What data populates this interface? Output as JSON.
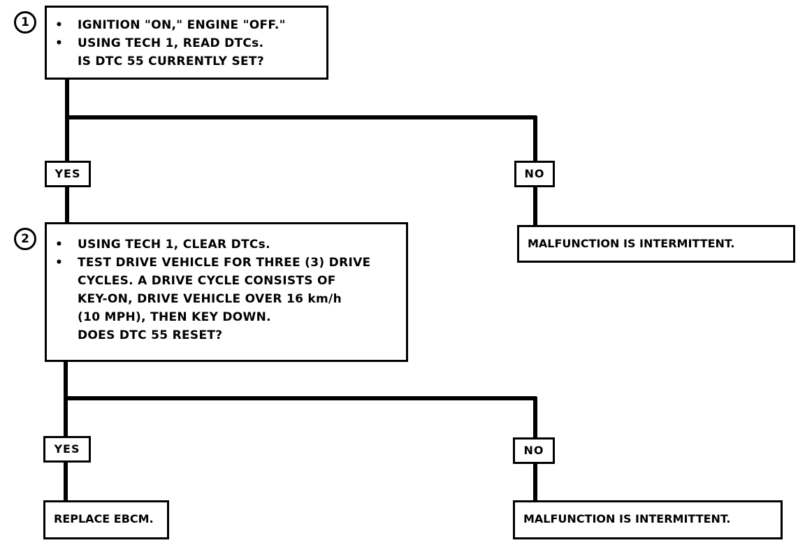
{
  "step1": {
    "number": "1",
    "bullets": [
      "IGNITION \"ON,\" ENGINE \"OFF.\"",
      "USING TECH 1, READ DTCs."
    ],
    "question": "IS DTC 55 CURRENTLY SET?"
  },
  "branch1": {
    "yes": "YES",
    "no": "NO"
  },
  "result_no1": "MALFUNCTION IS INTERMITTENT.",
  "step2": {
    "number": "2",
    "bullet1": "USING TECH 1, CLEAR DTCs.",
    "bullet2_lines": [
      "TEST DRIVE VEHICLE FOR THREE (3) DRIVE",
      "CYCLES.  A DRIVE CYCLE CONSISTS OF",
      "KEY-ON, DRIVE VEHICLE OVER 16 km/h",
      "(10 MPH), THEN KEY DOWN."
    ],
    "question": "DOES DTC 55 RESET?"
  },
  "branch2": {
    "yes": "YES",
    "no": "NO"
  },
  "result_yes2": "REPLACE EBCM.",
  "result_no2": "MALFUNCTION IS INTERMITTENT."
}
